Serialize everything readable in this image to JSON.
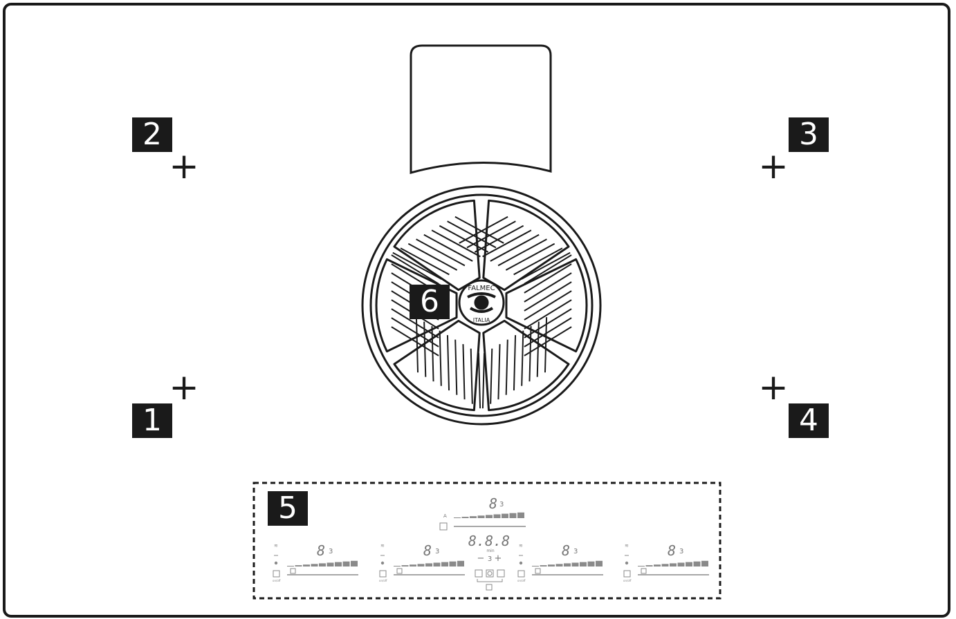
{
  "labels": {
    "zone1": "1",
    "zone2": "2",
    "zone3": "3",
    "zone4": "4",
    "control_panel": "5",
    "hood": "6"
  },
  "marks": {
    "cross": "+"
  },
  "hood_badge": {
    "top": "FALMEC",
    "bottom": "ITALIA"
  },
  "control_panel": {
    "zone_display": "8",
    "zone_boost": "3",
    "timer_display": "8.8.8",
    "timer_unit": "min",
    "timer_minus": "−",
    "timer_plus": "+",
    "onoff": "on/off",
    "hood_mode": "A"
  },
  "colors": {
    "line": "#1a1a1a",
    "label_bg": "#1a1a1a",
    "panel_gray": "#8a8a8a"
  }
}
